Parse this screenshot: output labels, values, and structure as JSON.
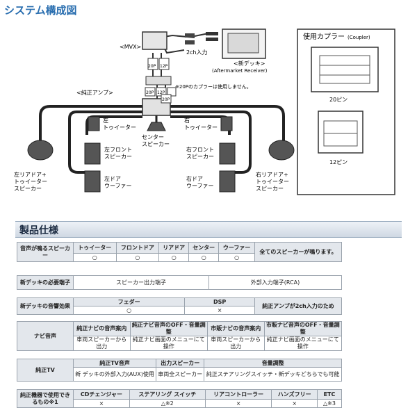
{
  "title": "システム構成図",
  "diagram": {
    "mvx": "<MVX>",
    "conn_20p": "20P",
    "conn_12p": "12P",
    "input_2ch": "2ch入力",
    "new_deck": "<新デッキ>",
    "aftermarket": "(Aftermarket Receiver)",
    "note_20p": "※20Pのカプラーは使用しません。",
    "amp": "<純正アンプ>",
    "coupler_title": "使用カプラー",
    "coupler_sub": "(Coupler)",
    "pin20": "20ピン",
    "pin12": "12ピン",
    "left_tweeter": [
      "左",
      "トゥイーター"
    ],
    "right_tweeter": [
      "右",
      "トゥイーター"
    ],
    "center": [
      "センター",
      "スピーカー"
    ],
    "left_front": [
      "左フロント",
      "スピーカー"
    ],
    "right_front": [
      "右フロント",
      "スピーカー"
    ],
    "left_door": [
      "左ドア",
      "ウーファー"
    ],
    "right_door": [
      "右ドア",
      "ウーファー"
    ],
    "left_rear": [
      "左リアドア+",
      "トゥイーター",
      "スピーカー"
    ],
    "right_rear": [
      "右リアドア+",
      "トゥイーター",
      "スピーカー"
    ]
  },
  "spec_title": "製品仕様",
  "t1": {
    "row_label": "音声が鳴るスピーカー",
    "headers": [
      "トゥイーター",
      "フロントドア",
      "リアドア",
      "センター",
      "ウーファー"
    ],
    "values": [
      "○",
      "○",
      "○",
      "○",
      "○"
    ],
    "note": "全てのスピーカーが鳴ります。"
  },
  "t2": {
    "row_label": "新デッキの必要端子",
    "col1": "スピーカー出力端子",
    "col2": "外部入力端子(RCA)"
  },
  "t3": {
    "row_label": "新デッキの音響効果",
    "fader": "フェダー",
    "dsp": "DSP",
    "fader_val": "○",
    "dsp_val": "×",
    "note": "純正アンプが2ch入力のため"
  },
  "t4": {
    "row_label": "ナビ音声",
    "headers": [
      "純正ナビの音声案内",
      "純正ナビ音声のOFF・音量調整",
      "市販ナビの音声案内",
      "市販ナビ音声のOFF・音量調整"
    ],
    "values": [
      "車両スピーカーから出力",
      "純正ナビ画面のメニューにて操作",
      "車両スピーカーから出力",
      "純正ナビ画面のメニューにて操作"
    ]
  },
  "t5": {
    "row_label": "純正TV",
    "headers": [
      "純正TV音声",
      "出力スピーカー",
      "音量調整"
    ],
    "values": [
      "新 デッキの外部入力(AUX)使用",
      "車両全スピーカー",
      "純正ステアリングスイッチ・新デッキどちらでも可能"
    ]
  },
  "t6": {
    "row_label": "純正機器で使用できるもの※1",
    "headers": [
      "CDチェンジャー",
      "ステアリング スイッチ",
      "リアコントローラー",
      "ハンズフリー",
      "ETC"
    ],
    "values": [
      "×",
      "△※2",
      "×",
      "×",
      "△※3"
    ]
  }
}
